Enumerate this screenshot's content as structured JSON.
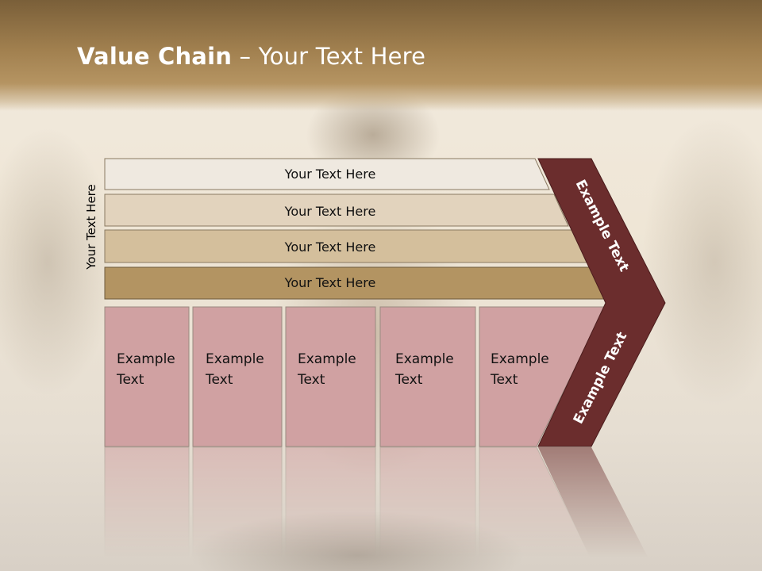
{
  "slide": {
    "title_bold": "Value Chain",
    "title_rest": " – Your Text Here",
    "side_label": "Your Text Here"
  },
  "bands": [
    {
      "text": "Your Text Here",
      "color": "#efe9e0"
    },
    {
      "text": "Your Text Here",
      "color": "#e2d3bd"
    },
    {
      "text": "Your Text Here",
      "color": "#d4bf9c"
    },
    {
      "text": "Your Text Here",
      "color": "#b39462"
    }
  ],
  "chevron": {
    "upper_text": "Example Text",
    "lower_text": "Example Text",
    "color": "#6b2d2d"
  },
  "boxes": [
    {
      "line1": "Example",
      "line2": "Text"
    },
    {
      "line1": "Example",
      "line2": "Text"
    },
    {
      "line1": "Example",
      "line2": "Text"
    },
    {
      "line1": "Example",
      "line2": "Text"
    },
    {
      "line1": "Example",
      "line2": "Text"
    }
  ],
  "box_color": "#d0a1a2"
}
